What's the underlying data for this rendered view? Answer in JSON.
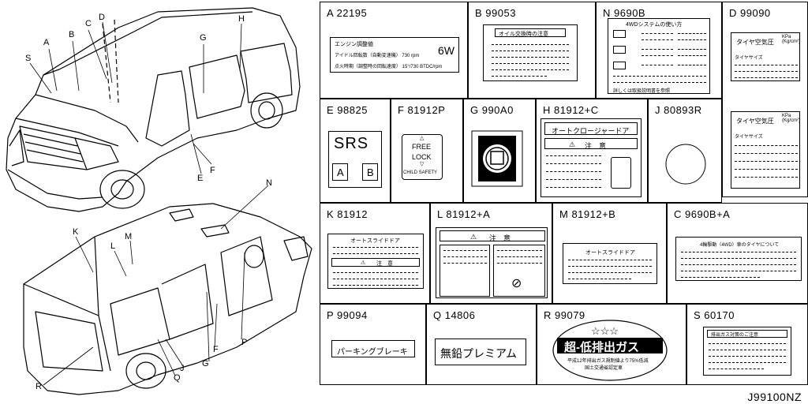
{
  "callouts": [
    "S",
    "A",
    "B",
    "C",
    "D",
    "G",
    "H",
    "E",
    "F",
    "N",
    "K",
    "M",
    "L",
    "R",
    "Q",
    "J",
    "G",
    "F",
    "P"
  ],
  "cells": {
    "A": {
      "code": "A  22195",
      "line1": "エンジン調整値",
      "line2": "アイドル回転数（自動変速機）  730  rpm",
      "line3": "点火時期（調整時の回転速度）  15°/730  BTDC/rpm",
      "badge": "6W"
    },
    "B": {
      "code": "B  99053",
      "title": "オイル交換時の注意"
    },
    "N": {
      "code": "N  9690B",
      "title": "4WDシステムの使い方",
      "foot": "詳しくは取扱説明書を参照"
    },
    "D": {
      "code": "D  99090",
      "title1": "タイヤ空気圧",
      "unit1": "KPa (Kg/cm²)",
      "sub1": "タイヤサイズ",
      "title2": "タイヤ空気圧",
      "unit2": "KPa (Kg/cm²)",
      "sub2": "タイヤサイズ"
    },
    "E": {
      "code": "E  98825",
      "srs": "SRS",
      "a": "A",
      "b": "B"
    },
    "F": {
      "code": "F  81912P",
      "free": "FREE",
      "lock": "LOCK",
      "child": "CHILD SAFETY"
    },
    "G": {
      "code": "G  990A0"
    },
    "H": {
      "code": "H  81912+C",
      "title": "オートクロージャードア",
      "warn": "注　意"
    },
    "J": {
      "code": "J  80893R"
    },
    "K": {
      "code": "K  81912",
      "title": "オートスライドドア",
      "warn": "注　意"
    },
    "L": {
      "code": "L  81912+A",
      "warn": "注　意"
    },
    "M": {
      "code": "M  81912+B",
      "title": "オートスライドドア"
    },
    "C": {
      "code": "C  9690B+A",
      "title": "4輪駆動（4WD）車のタイヤについて"
    },
    "P": {
      "code": "P  99094",
      "text": "パーキングブレーキ"
    },
    "Q": {
      "code": "Q  14806",
      "text": "無鉛プレミアム"
    },
    "R": {
      "code": "R  99079",
      "stars": "☆☆☆",
      "main": "超-低排出ガス",
      "sub1": "平成12年排出ガス規制値より75%低減",
      "sub2": "国土交通省認定車"
    },
    "S": {
      "code": "S  60170",
      "title": "排出ガス対策のご注意"
    }
  },
  "footer": "J99100NZ"
}
